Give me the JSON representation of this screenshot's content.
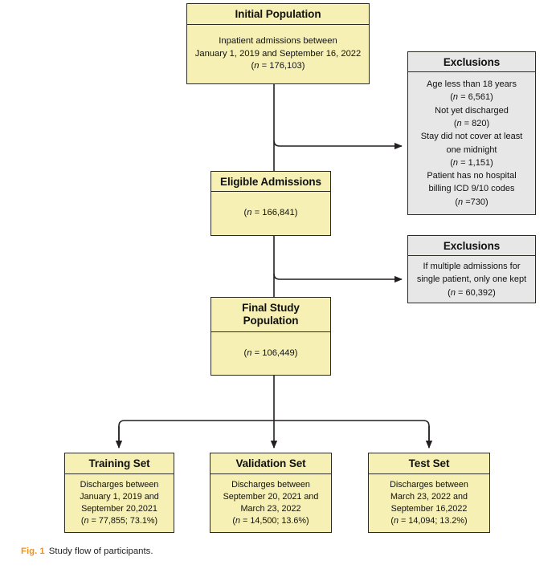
{
  "figure": {
    "caption_label": "Fig. 1",
    "caption_text": "Study flow of participants.",
    "caption_label_color": "#f0921e"
  },
  "style": {
    "primary_box_fill": "#f6f0b4",
    "exclusion_box_fill": "#e7e7e7",
    "border_color": "#2b2b24",
    "connector_color": "#231f20"
  },
  "chart_data": {
    "type": "diagram",
    "title": "Study flow of participants",
    "diagram_kind": "participant-flow-consort",
    "nodes": [
      {
        "id": "initial_population",
        "title": "Initial Population",
        "lines": [
          "Inpatient admissions between",
          "January 1, 2019 and September 16, 2022",
          "(n = 176,103)"
        ],
        "n": 176103,
        "fill": "#f6f0b4"
      },
      {
        "id": "exclusions_1",
        "title": "Exclusions",
        "lines": [
          "Age less than 18 years",
          "(n = 6,561)",
          "Not yet discharged",
          "(n = 820)",
          "Stay did not cover at least",
          "one midnight",
          "(n = 1,151)",
          "Patient has no hospital",
          "billing ICD 9/10 codes",
          "(n =730)"
        ],
        "items": [
          {
            "reason": "Age less than 18 years",
            "n": 6561
          },
          {
            "reason": "Not yet discharged",
            "n": 820
          },
          {
            "reason": "Stay did not cover at least one midnight",
            "n": 1151
          },
          {
            "reason": "Patient has no hospital billing ICD 9/10 codes",
            "n": 730
          }
        ],
        "fill": "#e7e7e7"
      },
      {
        "id": "eligible_admissions",
        "title": "Eligible Admissions",
        "lines": [
          "(n = 166,841)"
        ],
        "n": 166841,
        "fill": "#f6f0b4"
      },
      {
        "id": "exclusions_2",
        "title": "Exclusions",
        "lines": [
          "If multiple admissions for",
          "single patient, only one kept",
          "(n = 60,392)"
        ],
        "items": [
          {
            "reason": "If multiple admissions for single patient, only one kept",
            "n": 60392
          }
        ],
        "fill": "#e7e7e7"
      },
      {
        "id": "final_study_population",
        "title_line_1": "Final Study",
        "title_line_2": "Population",
        "title": "Final Study Population",
        "lines": [
          "(n = 106,449)"
        ],
        "n": 106449,
        "fill": "#f6f0b4"
      },
      {
        "id": "training_set",
        "title": "Training Set",
        "lines": [
          "Discharges between",
          "January 1, 2019 and",
          "September 20,2021",
          "(n = 77,855; 73.1%)"
        ],
        "n": 77855,
        "percent": 73.1,
        "fill": "#f6f0b4"
      },
      {
        "id": "validation_set",
        "title": "Validation Set",
        "lines": [
          "Discharges between",
          "September 20, 2021 and",
          "March 23, 2022",
          "(n = 14,500; 13.6%)"
        ],
        "n": 14500,
        "percent": 13.6,
        "fill": "#f6f0b4"
      },
      {
        "id": "test_set",
        "title": "Test Set",
        "lines": [
          "Discharges between",
          "March 23, 2022 and",
          "September 16,2022",
          "(n = 14,094; 13.2%)"
        ],
        "n": 14094,
        "percent": 13.2,
        "fill": "#f6f0b4"
      }
    ],
    "edges": [
      {
        "from": "initial_population",
        "to": "exclusions_1",
        "kind": "exclusion-branch"
      },
      {
        "from": "initial_population",
        "to": "eligible_admissions",
        "kind": "main"
      },
      {
        "from": "eligible_admissions",
        "to": "exclusions_2",
        "kind": "exclusion-branch"
      },
      {
        "from": "eligible_admissions",
        "to": "final_study_population",
        "kind": "main"
      },
      {
        "from": "final_study_population",
        "to": "training_set",
        "kind": "split"
      },
      {
        "from": "final_study_population",
        "to": "validation_set",
        "kind": "split"
      },
      {
        "from": "final_study_population",
        "to": "test_set",
        "kind": "split"
      }
    ]
  },
  "nodes": {
    "initial_population": {
      "title": "Initial Population",
      "line1": "Inpatient admissions between",
      "line2": "January 1, 2019 and September 16, 2022",
      "line3": "(n = 176,103)"
    },
    "exclusions_1": {
      "title": "Exclusions",
      "line1": "Age less than 18 years",
      "line2": "(n = 6,561)",
      "line3": "Not yet discharged",
      "line4": "(n = 820)",
      "line5": "Stay did not cover at least",
      "line6": "one midnight",
      "line7": "(n = 1,151)",
      "line8": "Patient has no hospital",
      "line9": "billing ICD 9/10 codes",
      "line10": "(n =730)"
    },
    "eligible_admissions": {
      "title": "Eligible Admissions",
      "line1": "(n = 166,841)"
    },
    "exclusions_2": {
      "title": "Exclusions",
      "line1": "If multiple admissions for",
      "line2": "single patient, only one kept",
      "line3": "(n = 60,392)"
    },
    "final_study_population": {
      "title_line_1": "Final Study",
      "title_line_2": "Population",
      "line1": "(n = 106,449)"
    },
    "training_set": {
      "title": "Training Set",
      "line1": "Discharges between",
      "line2": "January 1, 2019 and",
      "line3": "September 20,2021",
      "line4": "(n = 77,855; 73.1%)"
    },
    "validation_set": {
      "title": "Validation Set",
      "line1": "Discharges between",
      "line2": "September 20, 2021 and",
      "line3": "March 23, 2022",
      "line4": "(n = 14,500; 13.6%)"
    },
    "test_set": {
      "title": "Test Set",
      "line1": "Discharges between",
      "line2": "March 23, 2022 and",
      "line3": "September 16,2022",
      "line4": "(n = 14,094; 13.2%)"
    }
  }
}
